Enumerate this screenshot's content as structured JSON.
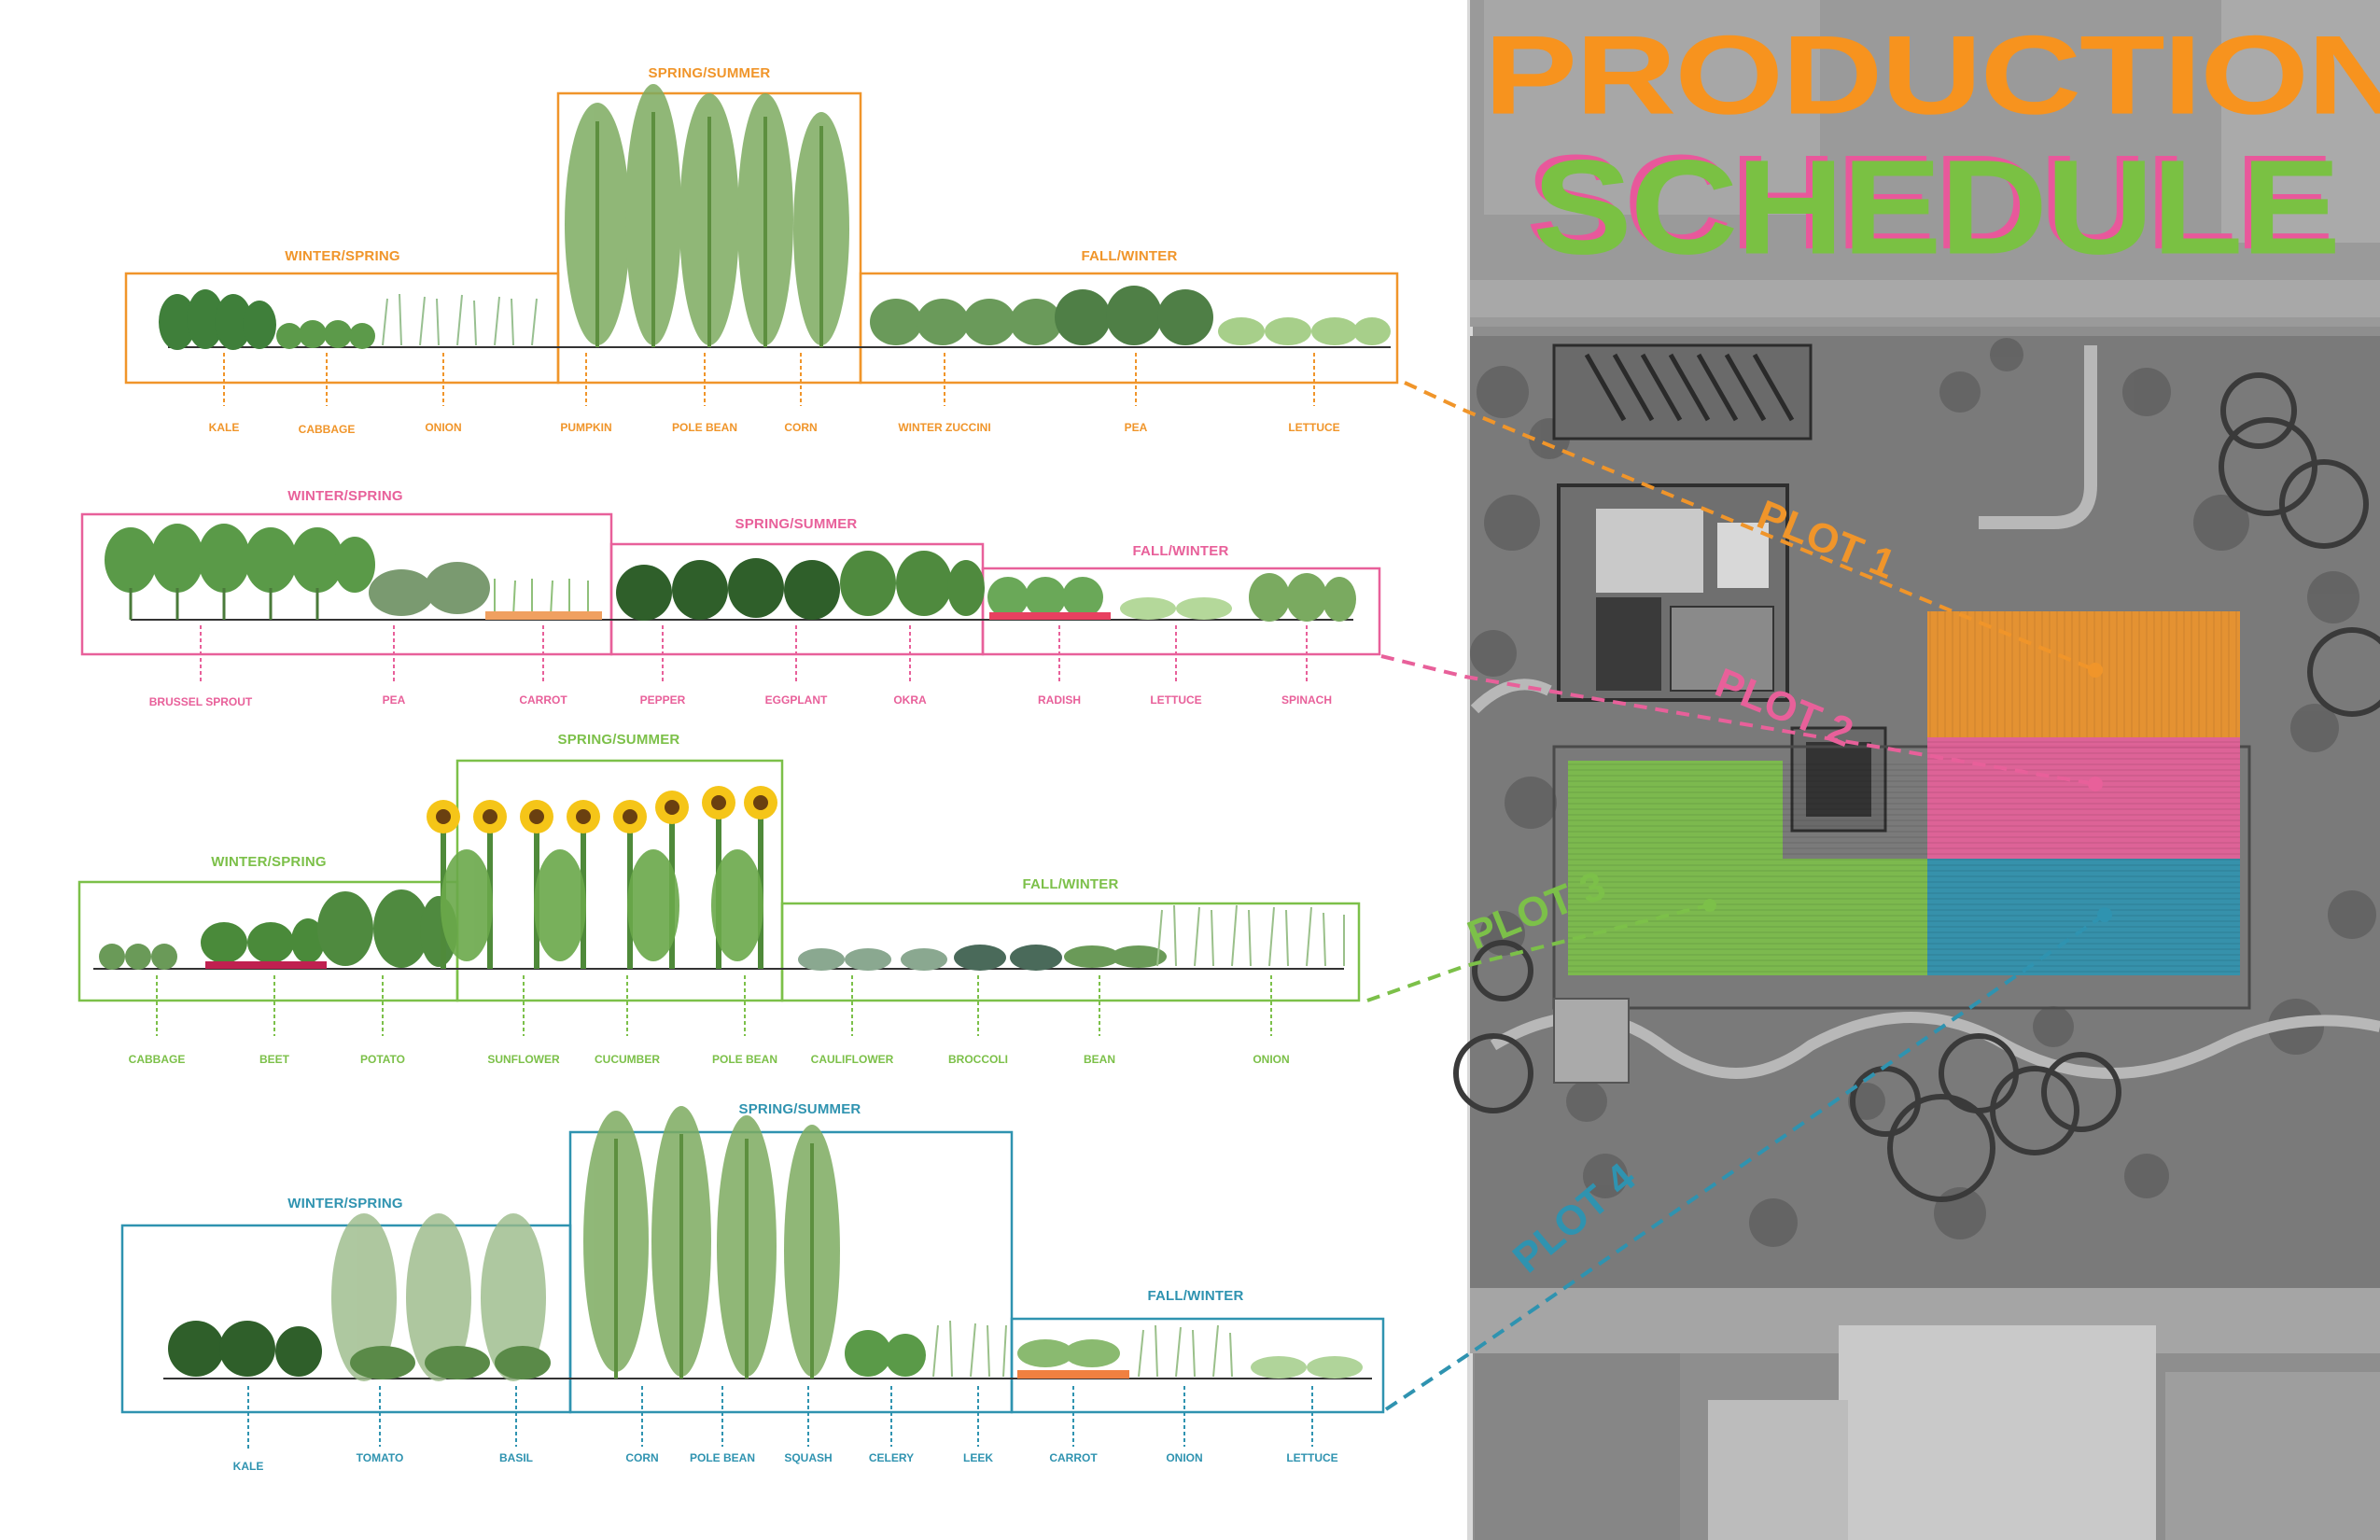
{
  "title": {
    "line1": "PRODUCTION",
    "line2": "SCHEDULE",
    "line1_color": "#f7931e",
    "line2_color": "#7ac143",
    "outline_color": "#e8589b"
  },
  "colors": {
    "plot1": "#f0952a",
    "plot2": "#e8609a",
    "plot3": "#7cc049",
    "plot4": "#2f93b0",
    "aerial_bg": "#8e8e8e"
  },
  "plots": [
    {
      "id": "plot1",
      "label": "PLOT 1",
      "seasons": [
        "WINTER/SPRING",
        "SPRING/SUMMER",
        "FALL/WINTER"
      ],
      "crops": [
        "KALE",
        "CABBAGE",
        "ONION",
        "PUMPKIN",
        "POLE BEAN",
        "CORN",
        "WINTER ZUCCINI",
        "PEA",
        "LETTUCE"
      ]
    },
    {
      "id": "plot2",
      "label": "PLOT 2",
      "seasons": [
        "WINTER/SPRING",
        "SPRING/SUMMER",
        "FALL/WINTER"
      ],
      "crops": [
        "BRUSSEL SPROUT",
        "PEA",
        "CARROT",
        "PEPPER",
        "EGGPLANT",
        "OKRA",
        "RADISH",
        "LETTUCE",
        "SPINACH"
      ]
    },
    {
      "id": "plot3",
      "label": "PLOT 3",
      "seasons": [
        "WINTER/SPRING",
        "SPRING/SUMMER",
        "FALL/WINTER"
      ],
      "crops": [
        "CABBAGE",
        "BEET",
        "POTATO",
        "SUNFLOWER",
        "CUCUMBER",
        "POLE BEAN",
        "CAULIFLOWER",
        "BROCCOLI",
        "BEAN",
        "ONION"
      ]
    },
    {
      "id": "plot4",
      "label": "PLOT 4",
      "seasons": [
        "WINTER/SPRING",
        "SPRING/SUMMER",
        "FALL/WINTER"
      ],
      "crops": [
        "KALE",
        "TOMATO",
        "BASIL",
        "CORN",
        "POLE BEAN",
        "SQUASH",
        "CELERY",
        "LEEK",
        "CARROT",
        "ONION",
        "LETTUCE"
      ]
    }
  ]
}
